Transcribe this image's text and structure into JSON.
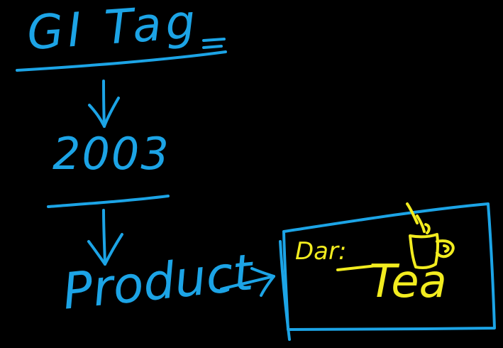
{
  "board": {
    "background": "#000000",
    "ink_colors": {
      "blue": "#1ca4e6",
      "yellow": "#f2ec1f"
    }
  },
  "notes": {
    "title": "GI Tag",
    "year": "2003",
    "product": "Product",
    "box_label": "Dar:",
    "box_item": "Tea"
  },
  "icons": [
    "down-arrow-icon",
    "right-arrow-icon",
    "tea-cup-icon"
  ]
}
